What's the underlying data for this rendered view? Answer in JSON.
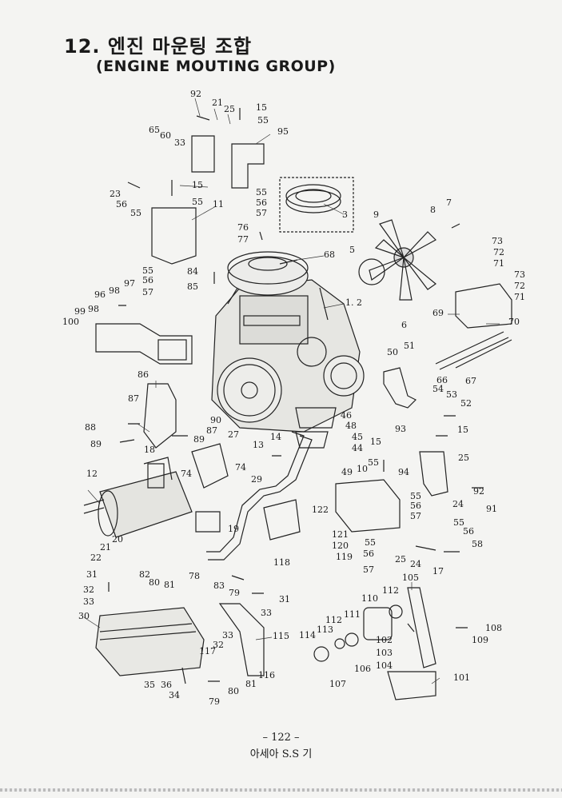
{
  "heading": {
    "title": "12. 엔진 마운팅 조합",
    "subtitle": "(ENGINE MOUTING GROUP)"
  },
  "footer": {
    "page": "– 122 –",
    "company": "아세아 S.S 기"
  },
  "callouts": [
    {
      "id": "92a",
      "label": "92"
    },
    {
      "id": "21a",
      "label": "21"
    },
    {
      "id": "25a",
      "label": "25"
    },
    {
      "id": "15a",
      "label": "15"
    },
    {
      "id": "55a",
      "label": "55"
    },
    {
      "id": "65",
      "label": "65"
    },
    {
      "id": "60",
      "label": "60"
    },
    {
      "id": "33a",
      "label": "33"
    },
    {
      "id": "95",
      "label": "95"
    },
    {
      "id": "15b",
      "label": "15"
    },
    {
      "id": "23",
      "label": "23"
    },
    {
      "id": "56a",
      "label": "56"
    },
    {
      "id": "55b",
      "label": "55"
    },
    {
      "id": "55c",
      "label": "55"
    },
    {
      "id": "11",
      "label": "11"
    },
    {
      "id": "55d",
      "label": "55"
    },
    {
      "id": "56b",
      "label": "56"
    },
    {
      "id": "57a",
      "label": "57"
    },
    {
      "id": "3",
      "label": "3"
    },
    {
      "id": "76",
      "label": "76"
    },
    {
      "id": "77",
      "label": "77"
    },
    {
      "id": "9",
      "label": "9"
    },
    {
      "id": "8",
      "label": "8"
    },
    {
      "id": "7",
      "label": "7"
    },
    {
      "id": "5",
      "label": "5"
    },
    {
      "id": "68",
      "label": "68"
    },
    {
      "id": "73a",
      "label": "73"
    },
    {
      "id": "72a",
      "label": "72"
    },
    {
      "id": "71a",
      "label": "71"
    },
    {
      "id": "55e",
      "label": "55"
    },
    {
      "id": "84",
      "label": "84"
    },
    {
      "id": "56c",
      "label": "56"
    },
    {
      "id": "85",
      "label": "85"
    },
    {
      "id": "57b",
      "label": "57"
    },
    {
      "id": "73b",
      "label": "73"
    },
    {
      "id": "72b",
      "label": "72"
    },
    {
      "id": "71b",
      "label": "71"
    },
    {
      "id": "96",
      "label": "96"
    },
    {
      "id": "98a",
      "label": "98"
    },
    {
      "id": "97",
      "label": "97"
    },
    {
      "id": "1.2",
      "label": "1. 2"
    },
    {
      "id": "69",
      "label": "69"
    },
    {
      "id": "99",
      "label": "99"
    },
    {
      "id": "98b",
      "label": "98"
    },
    {
      "id": "100",
      "label": "100"
    },
    {
      "id": "6",
      "label": "6"
    },
    {
      "id": "70",
      "label": "70"
    },
    {
      "id": "51",
      "label": "51"
    },
    {
      "id": "50",
      "label": "50"
    },
    {
      "id": "86",
      "label": "86"
    },
    {
      "id": "66",
      "label": "66"
    },
    {
      "id": "67",
      "label": "67"
    },
    {
      "id": "54",
      "label": "54"
    },
    {
      "id": "53",
      "label": "53"
    },
    {
      "id": "52",
      "label": "52"
    },
    {
      "id": "87a",
      "label": "87"
    },
    {
      "id": "46",
      "label": "46"
    },
    {
      "id": "88",
      "label": "88"
    },
    {
      "id": "90",
      "label": "90"
    },
    {
      "id": "87b",
      "label": "87"
    },
    {
      "id": "48",
      "label": "48"
    },
    {
      "id": "93",
      "label": "93"
    },
    {
      "id": "15c",
      "label": "15"
    },
    {
      "id": "89a",
      "label": "89"
    },
    {
      "id": "89b",
      "label": "89"
    },
    {
      "id": "27",
      "label": "27"
    },
    {
      "id": "14",
      "label": "14"
    },
    {
      "id": "45",
      "label": "45"
    },
    {
      "id": "13",
      "label": "13"
    },
    {
      "id": "44",
      "label": "44"
    },
    {
      "id": "18",
      "label": "18"
    },
    {
      "id": "15d",
      "label": "15"
    },
    {
      "id": "55f",
      "label": "55"
    },
    {
      "id": "25b",
      "label": "25"
    },
    {
      "id": "74a",
      "label": "74"
    },
    {
      "id": "74b",
      "label": "74"
    },
    {
      "id": "10",
      "label": "10"
    },
    {
      "id": "49",
      "label": "49"
    },
    {
      "id": "94",
      "label": "94"
    },
    {
      "id": "92b",
      "label": "92"
    },
    {
      "id": "12",
      "label": "12"
    },
    {
      "id": "29",
      "label": "29"
    },
    {
      "id": "91",
      "label": "91"
    },
    {
      "id": "122",
      "label": "122"
    },
    {
      "id": "55g",
      "label": "55"
    },
    {
      "id": "24a",
      "label": "24"
    },
    {
      "id": "56d",
      "label": "56"
    },
    {
      "id": "57c",
      "label": "57"
    },
    {
      "id": "55h",
      "label": "55"
    },
    {
      "id": "19",
      "label": "19"
    },
    {
      "id": "56e",
      "label": "56"
    },
    {
      "id": "20",
      "label": "20"
    },
    {
      "id": "121",
      "label": "121"
    },
    {
      "id": "120",
      "label": "120"
    },
    {
      "id": "58",
      "label": "58"
    },
    {
      "id": "21b",
      "label": "21"
    },
    {
      "id": "55i",
      "label": "55"
    },
    {
      "id": "22",
      "label": "22"
    },
    {
      "id": "118",
      "label": "118"
    },
    {
      "id": "119",
      "label": "119"
    },
    {
      "id": "56f",
      "label": "56"
    },
    {
      "id": "25c",
      "label": "25"
    },
    {
      "id": "82",
      "label": "82"
    },
    {
      "id": "78",
      "label": "78"
    },
    {
      "id": "24b",
      "label": "24"
    },
    {
      "id": "57d",
      "label": "57"
    },
    {
      "id": "17",
      "label": "17"
    },
    {
      "id": "31a",
      "label": "31"
    },
    {
      "id": "80a",
      "label": "80"
    },
    {
      "id": "81a",
      "label": "81"
    },
    {
      "id": "83",
      "label": "83"
    },
    {
      "id": "105",
      "label": "105"
    },
    {
      "id": "32a",
      "label": "32"
    },
    {
      "id": "79a",
      "label": "79"
    },
    {
      "id": "31b",
      "label": "31"
    },
    {
      "id": "112a",
      "label": "112"
    },
    {
      "id": "33b",
      "label": "33"
    },
    {
      "id": "110",
      "label": "110"
    },
    {
      "id": "33c",
      "label": "33"
    },
    {
      "id": "30",
      "label": "30"
    },
    {
      "id": "111",
      "label": "111"
    },
    {
      "id": "112b",
      "label": "112"
    },
    {
      "id": "108",
      "label": "108"
    },
    {
      "id": "113",
      "label": "113"
    },
    {
      "id": "33d",
      "label": "33"
    },
    {
      "id": "115",
      "label": "115"
    },
    {
      "id": "114",
      "label": "114"
    },
    {
      "id": "102",
      "label": "102"
    },
    {
      "id": "109",
      "label": "109"
    },
    {
      "id": "32b",
      "label": "32"
    },
    {
      "id": "117",
      "label": "117"
    },
    {
      "id": "103",
      "label": "103"
    },
    {
      "id": "104",
      "label": "104"
    },
    {
      "id": "106",
      "label": "106"
    },
    {
      "id": "101",
      "label": "101"
    },
    {
      "id": "116",
      "label": "116"
    },
    {
      "id": "81b",
      "label": "81"
    },
    {
      "id": "35",
      "label": "35"
    },
    {
      "id": "36",
      "label": "36"
    },
    {
      "id": "107",
      "label": "107"
    },
    {
      "id": "80b",
      "label": "80"
    },
    {
      "id": "34",
      "label": "34"
    },
    {
      "id": "79b",
      "label": "79"
    }
  ]
}
